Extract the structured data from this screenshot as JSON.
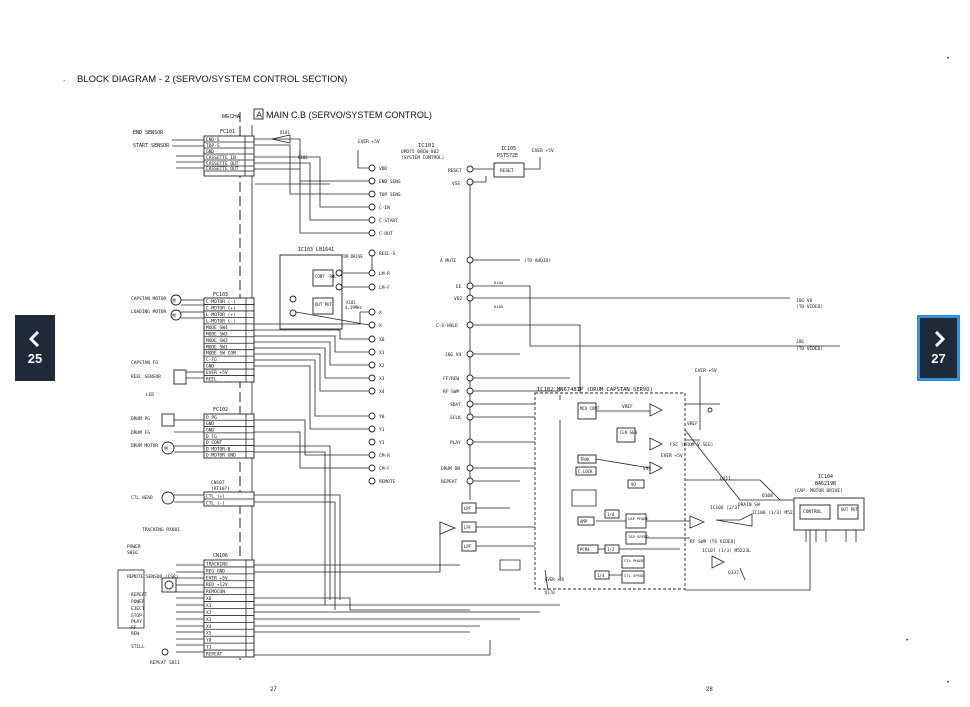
{
  "page": {
    "title": "BLOCK DIAGRAM - 2 (SERVO/SYSTEM CONTROL SECTION)",
    "board_tag": "A",
    "board_title": "MAIN C.B (SERVO/SYSTEM CONTROL)",
    "mecha_label": "MECHA",
    "page_left": "27",
    "page_right": "28"
  },
  "nav": {
    "prev_page": "25",
    "next_page": "27"
  },
  "colors": {
    "nav_bg": "#1e2a3a",
    "nav_active_border": "#3a8fd6"
  },
  "icons": {
    "prev": "chevron-left-icon",
    "next": "chevron-right-icon"
  },
  "diagram": {
    "fc101": {
      "name": "FC101",
      "pins": [
        "END-S",
        "TOP-S",
        "GND",
        "CASSETTE IN",
        "CASSETTE OUT",
        "CASSETTE OUT"
      ]
    },
    "left_sensors": [
      "END SENSOR",
      "START SENSOR"
    ],
    "ic101": {
      "name": "IC101",
      "part": "UPD75 08CW-V02",
      "sub": "(SYSTEM CONTROL)"
    },
    "ic105": {
      "name": "IC105",
      "part": "PST572E",
      "pin": "RESET"
    },
    "ever5v": "EVER +5V",
    "ic101_pins_top": [
      "VDD",
      "END SENS",
      "TOP SENS",
      "C-IN",
      "C-START",
      "C-OUT",
      "REEL-S"
    ],
    "ic101_pins_right": [
      "RESET",
      "VSS"
    ],
    "ic103": {
      "name": "IC103 LB1641",
      "sub": "TAPE LOADING MOTOR DRIVE",
      "blocks": [
        "CONT -ROL",
        "OUT PUT"
      ],
      "pins": [
        "LM-R",
        "LM-F"
      ]
    },
    "fc103": {
      "name": "FC103",
      "pins": [
        "C-MOTOR (-)",
        "C-MOTOR (+)",
        "L-MOTOR (+)",
        "L-MOTOR (-)",
        "MODE SW4",
        "MODE SW3",
        "MODE SW2",
        "MODE SW1",
        "MODE SW COM",
        "C-FG",
        "GND",
        "EVER +5V",
        "REEL"
      ]
    },
    "left_motors": [
      "CAPSTAN MOTOR",
      "LOADING MOTOR",
      "CAPSTAN FG",
      "REEL SENSOR",
      "LED"
    ],
    "ic101_x_pins": [
      "X",
      "X",
      "X0",
      "X1",
      "X2",
      "X3",
      "X4",
      "Y0",
      "Y1",
      "Y3",
      "CM-R",
      "CM-F",
      "REMOTE"
    ],
    "ic101_right_pins": [
      "A MUTE",
      "EE",
      "VD2",
      "C-S-HOLD",
      "JOG V4",
      "FF/REW",
      "RF SWP",
      "SDAT",
      "SCLK",
      "PLAY",
      "DRUM ON",
      "REPEAT"
    ],
    "misc_labels": [
      "(TO AUDIO)",
      "JOG V8",
      "(TO VIDEO)",
      "JOG",
      "(TO VIDEO)",
      "D104",
      "D105",
      "X101",
      "4.19MHz"
    ],
    "fc102": {
      "name": "FC102",
      "pins": [
        "D PG",
        "GND",
        "GND",
        "D FG",
        "D CONT",
        "D MOTOR-B",
        "D MOTOR GND"
      ]
    },
    "drum": [
      "DRUM PG",
      "DRUM FG",
      "DRUM MOTOR"
    ],
    "cn107": {
      "name": "CN107",
      "sub": "(RT107)",
      "pins": [
        "CTL (+)",
        "CTL (-)"
      ],
      "head": "CTL HEAD"
    },
    "ic102": {
      "name": "IC102 MN6748IP (DRUM CAPSTAN SERVO)",
      "blocks": [
        "MCU CONT",
        "VREF",
        "CLK GEN",
        "TRAK",
        "C.LOCK",
        "AMP",
        "1/4",
        "CAP PHASE",
        "TAP SPEED",
        "PCM4",
        "1/2",
        "CTL PHASE",
        "1/4",
        "CTL SPEED",
        "VQ"
      ]
    },
    "servo_labels": [
      "EVER +5V",
      "VREF",
      "FSC (FROM V.SEG)",
      "VSS",
      "EVER +5V",
      "Q111",
      "RF SWP (TO VIDEO)",
      "IC107 (1/3) M5223L",
      "Q137",
      "IC106 (2/3)",
      "IC106 (1/3) M5223L",
      "DRAIN SW",
      "Q108"
    ],
    "ic104": {
      "name": "IC104",
      "part": "BA6219B",
      "sub": "(CAP. MOTOR DRIVE)",
      "blocks": [
        "CONTROL",
        "OUT PUT"
      ]
    },
    "lpf": [
      "LPF",
      "LPF",
      "LPF"
    ],
    "cn106": {
      "name": "CN106",
      "pins": [
        "TRACKING",
        "REG GND",
        "EVER +5V",
        "RED +12V",
        "REMOCON",
        "X0",
        "X1",
        "X2",
        "X3",
        "X4",
        "X5",
        "Y0",
        "Y1",
        "REPEAT"
      ]
    },
    "remote_labels": [
      "TRACKING RX801",
      "POWER",
      "S816",
      "REMOTE SENSOR (CSR)",
      "REPEAT",
      "POWER",
      "EJECT",
      "STOP",
      "PLAY",
      "FF",
      "REW",
      "STILL",
      "REPEAT S811"
    ]
  }
}
